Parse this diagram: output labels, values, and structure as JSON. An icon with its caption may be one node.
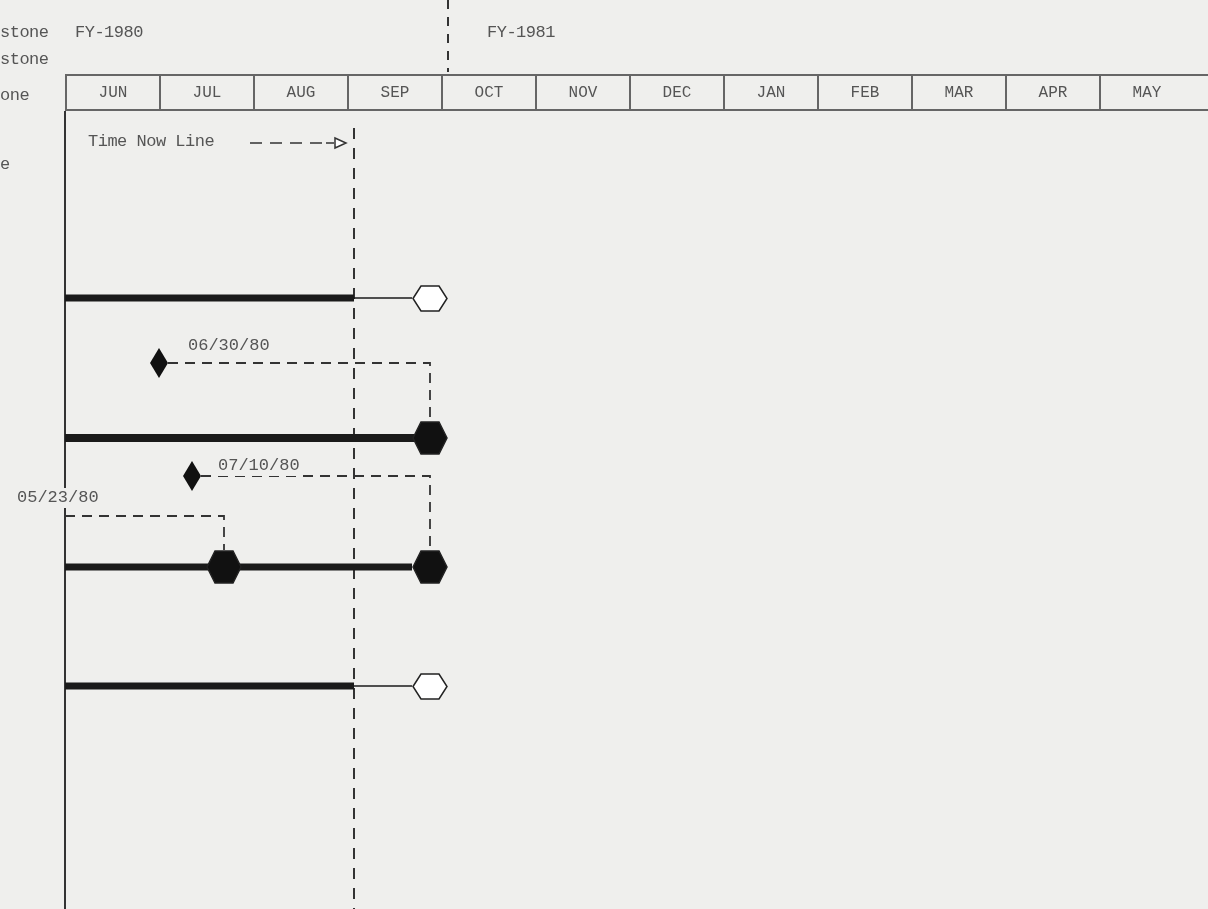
{
  "diagram": {
    "nodes": [
      {
        "text": [],
        "shape": "hexagon"
      },
      {
        "text": [],
        "shape": "diamond"
      },
      {
        "text": [],
        "shape": "hexagon"
      },
      {
        "text": [],
        "shape": "diamond"
      },
      {
        "text": [],
        "shape": "hexagon"
      },
      {
        "text": [],
        "shape": "hexagon"
      },
      {
        "text": [],
        "shape": "hexagon"
      }
    ],
    "edges": [
      {
        "from": 1,
        "to": 2,
        "arrow": "none",
        "style": "dashed",
        "label": "06/30/80"
      },
      {
        "from": 3,
        "to": 5,
        "arrow": "none",
        "style": "dashed",
        "label": "07/10/80"
      },
      {
        "from": null,
        "to": 4,
        "arrow": "none",
        "style": "dashed",
        "label": "05/23/80"
      }
    ],
    "labels": [
      "stone",
      "stone",
      "one",
      "e",
      "FY-1980",
      "FY-1981",
      "JUN",
      "JUL",
      "AUG",
      "SEP",
      "OCT",
      "NOV",
      "DEC",
      "JAN",
      "FEB",
      "MAR",
      "APR",
      "MAY",
      "Time Now Line"
    ]
  }
}
